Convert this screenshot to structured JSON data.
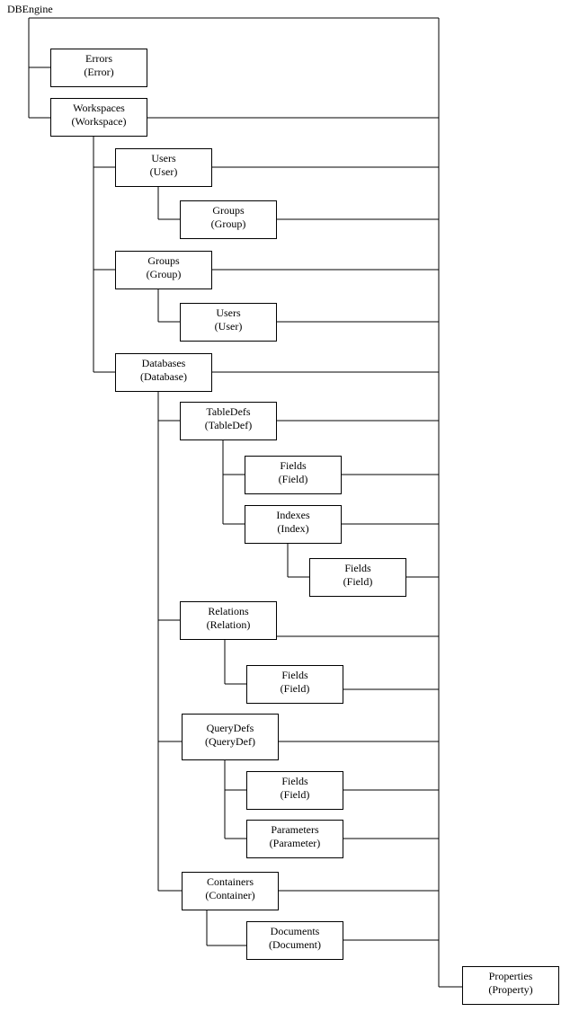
{
  "root_label": "DBEngine",
  "nodes": {
    "errors": [
      "Errors",
      "(Error)"
    ],
    "workspaces": [
      "Workspaces",
      "(Workspace)"
    ],
    "users": [
      "Users",
      "(User)"
    ],
    "users_groups": [
      "Groups",
      "(Group)"
    ],
    "groups": [
      "Groups",
      "(Group)"
    ],
    "groups_users": [
      "Users",
      "(User)"
    ],
    "databases": [
      "Databases",
      "(Database)"
    ],
    "tabledefs": [
      "TableDefs",
      "(TableDef)"
    ],
    "tabledefs_fields": [
      "Fields",
      "(Field)"
    ],
    "indexes": [
      "Indexes",
      "(Index)"
    ],
    "indexes_fields": [
      "Fields",
      "(Field)"
    ],
    "relations": [
      "Relations",
      "(Relation)"
    ],
    "relations_fields": [
      "Fields",
      "(Field)"
    ],
    "querydefs": [
      "QueryDefs",
      "(QueryDef)"
    ],
    "querydefs_fields": [
      "Fields",
      "(Field)"
    ],
    "parameters": [
      "Parameters",
      "(Parameter)"
    ],
    "containers": [
      "Containers",
      "(Container)"
    ],
    "documents": [
      "Documents",
      "(Document)"
    ],
    "properties": [
      "Properties",
      "(Property)"
    ]
  }
}
